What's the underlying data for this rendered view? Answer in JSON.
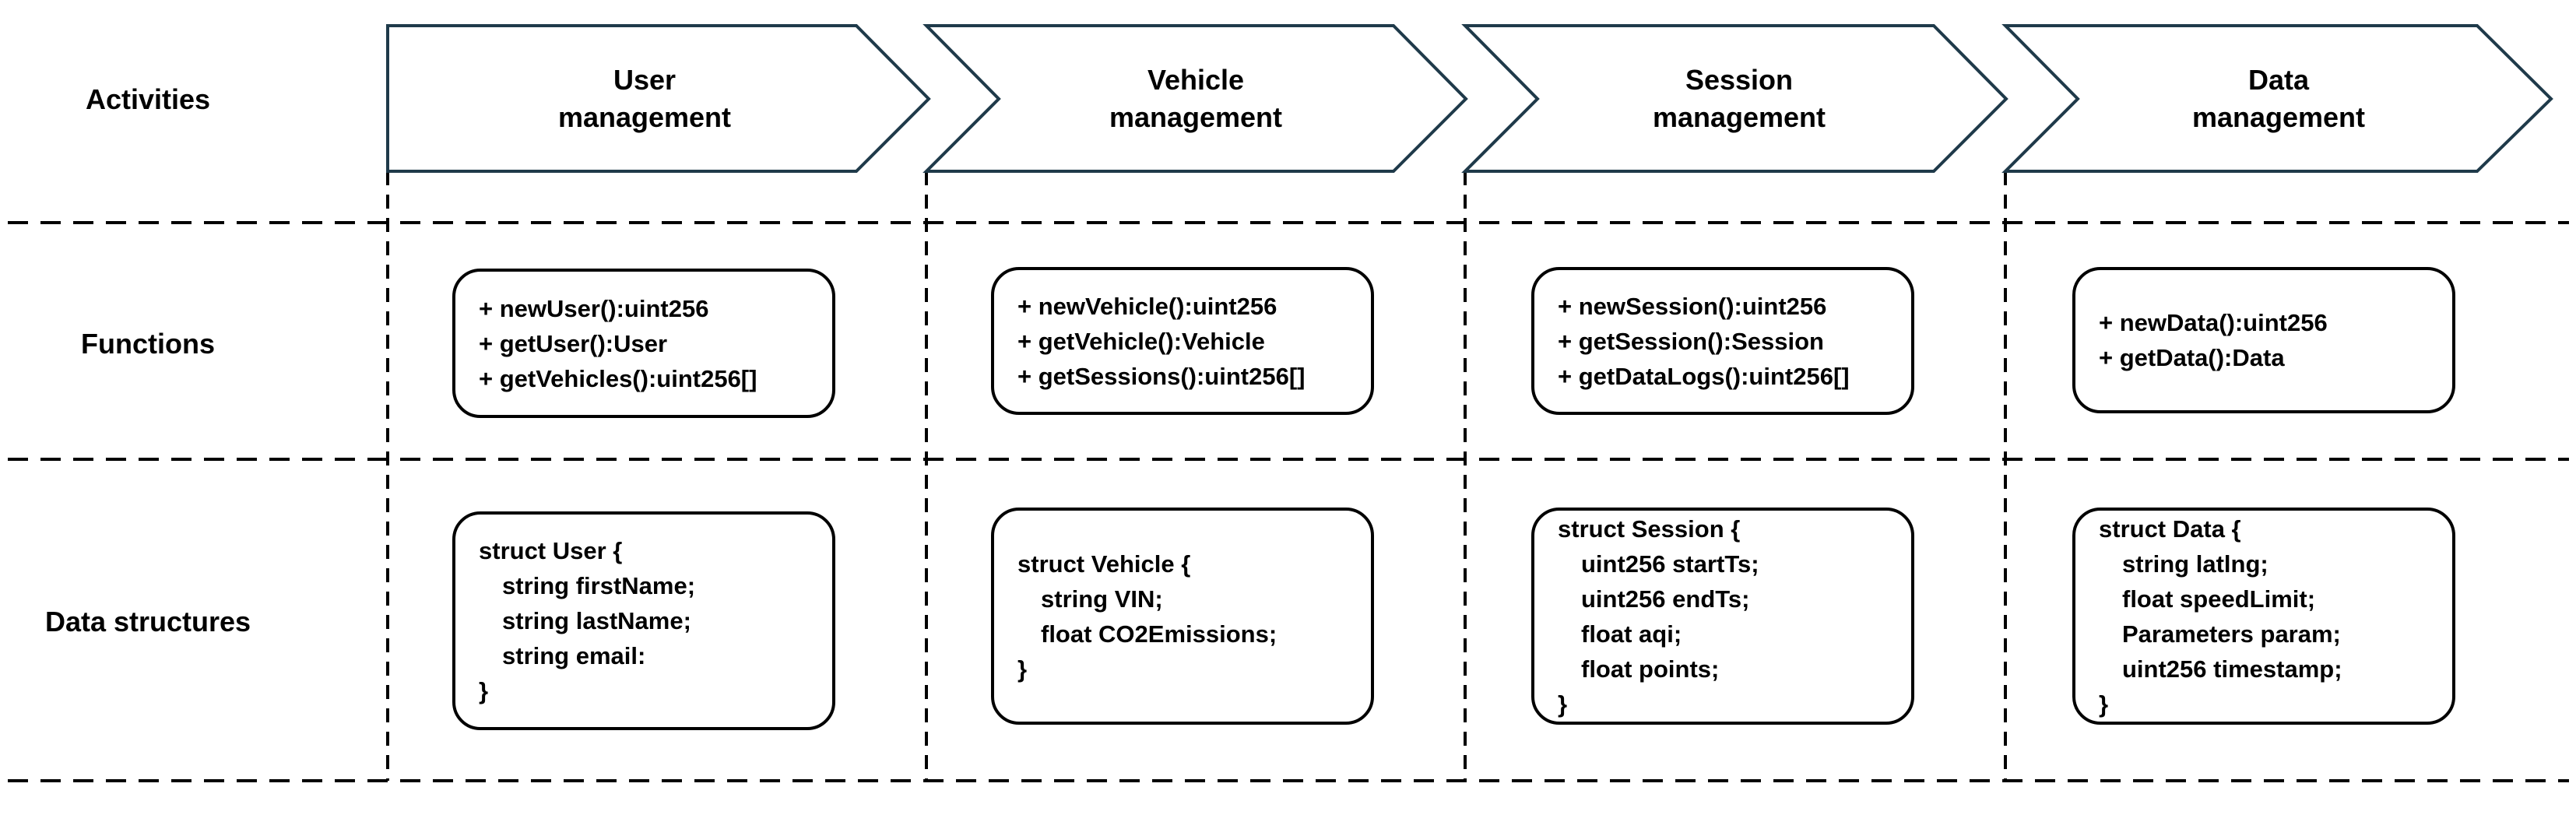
{
  "rows": {
    "activities": "Activities",
    "functions": "Functions",
    "data_structures": "Data structures"
  },
  "activities": [
    {
      "line1": "User",
      "line2": "management"
    },
    {
      "line1": "Vehicle",
      "line2": "management"
    },
    {
      "line1": "Session",
      "line2": "management"
    },
    {
      "line1": "Data",
      "line2": "management"
    }
  ],
  "functions": [
    [
      "+ newUser():uint256",
      "+ getUser():User",
      "+ getVehicles():uint256[]"
    ],
    [
      "+ newVehicle():uint256",
      "+ getVehicle():Vehicle",
      "+ getSessions():uint256[]"
    ],
    [
      "+ newSession():uint256",
      "+ getSession():Session",
      "+ getDataLogs():uint256[]"
    ],
    [
      "+ newData():uint256",
      "+ getData():Data"
    ]
  ],
  "structs": [
    {
      "header": "struct User {",
      "fields": [
        "string firstName;",
        "string lastName;",
        "string email:"
      ],
      "close": "}"
    },
    {
      "header": "struct Vehicle {",
      "fields": [
        "string VIN;",
        "float CO2Emissions;"
      ],
      "close": "}"
    },
    {
      "header": "struct Session {",
      "fields": [
        "uint256 startTs;",
        "uint256 endTs;",
        "float aqi;",
        "float points;"
      ],
      "close": "}"
    },
    {
      "header": "struct Data {",
      "fields": [
        "string latlng;",
        "float speedLimit;",
        "Parameters param;",
        "uint256 timestamp;"
      ],
      "close": "}"
    }
  ],
  "colors": {
    "arrow_stroke": "#1f3a4a",
    "line": "#000000",
    "background": "#ffffff"
  }
}
